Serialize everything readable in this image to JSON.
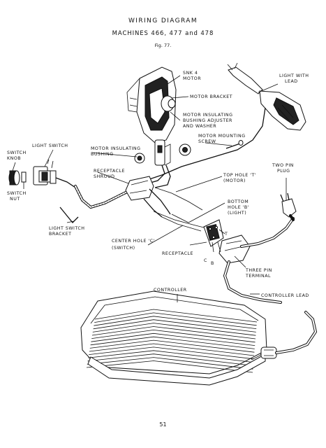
{
  "header": {
    "title": "WIRING DIAGRAM",
    "subtitle": "MACHINES 466, 477 and 478",
    "figure": "Fig. 77."
  },
  "labels": {
    "motor_1": "SNK 4",
    "motor_2": "MOTOR",
    "motor_bracket": "MOTOR BRACKET",
    "motor_ins_adj_1": "MOTOR INSULATING",
    "motor_ins_adj_2": "BUSHING ADJUSTER",
    "motor_ins_adj_3": "AND WASHER",
    "light_lead_1": "LIGHT WITH",
    "light_lead_2": "LEAD",
    "mount_screw_1": "MOTOR MOUNTING",
    "mount_screw_2": "SCREW",
    "light_switch": "LIGHT SWITCH",
    "switch_knob_1": "SWITCH",
    "switch_knob_2": "KNOB",
    "switch_nut_1": "SWITCH",
    "switch_nut_2": "NUT",
    "motor_ins_bush_1": "MOTOR INSULATING",
    "motor_ins_bush_2": "BUSHING",
    "recep_shroud_1": "RECEPTACLE",
    "recep_shroud_2": "SHROUD",
    "top_hole_1": "TOP HOLE 'T'",
    "top_hole_2": "(MOTOR)",
    "two_pin_1": "TWO PIN",
    "two_pin_2": "PLUG",
    "bottom_hole_1": "BOTTOM",
    "bottom_hole_2": "HOLE 'B'",
    "bottom_hole_3": "(LIGHT)",
    "ls_bracket_1": "LIGHT SWITCH",
    "ls_bracket_2": "BRACKET",
    "center_hole_1": "CENTER HOLE 'C'",
    "center_hole_2": "(SWITCH)",
    "t_mark": "T",
    "receptacle": "RECEPTACLE",
    "c_mark": "C",
    "b_mark": "B",
    "three_pin_1": "THREE PIN",
    "three_pin_2": "TERMINAL",
    "controller": "CONTROLLER",
    "controller_lead": "CONTROLLER LEAD"
  },
  "page_number": "51"
}
